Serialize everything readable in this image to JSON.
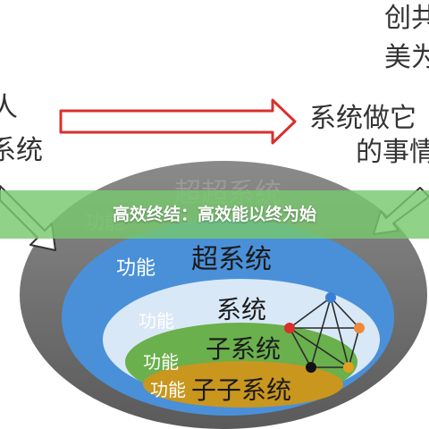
{
  "banner": {
    "title": "高效终结：高效能以终为始"
  },
  "left_text": {
    "line1": "人",
    "line2": "系统"
  },
  "right_top_text": {
    "line1": "创共",
    "line2": "美为"
  },
  "right_text": {
    "line1": "系统做它",
    "line2": "的事情"
  },
  "outer_ellipse_text": "超超系统",
  "outer_ellipse_left": "功能",
  "blue_ellipse": {
    "function": "功能",
    "title": "超系统"
  },
  "light_ellipse": {
    "function": "功能",
    "title": "系统"
  },
  "green_ellipse": {
    "function": "功能",
    "title": "子系统"
  },
  "orange_ellipse": {
    "function": "功能",
    "title": "子子系统"
  },
  "colors": {
    "outer": "#6e6e6e",
    "blue": "#4a90d9",
    "light": "#d9e8f7",
    "green": "#6ab04c",
    "orange": "#c9961e",
    "arrow": "#d9302c",
    "node_blue": "#3a7fd5",
    "node_red": "#d9302c",
    "node_orange": "#f0883a",
    "node_black": "#111111",
    "node_amber": "#e0a020"
  },
  "network_nodes": [
    "blue-node",
    "red-node",
    "orange-node",
    "black-node",
    "amber-node"
  ]
}
